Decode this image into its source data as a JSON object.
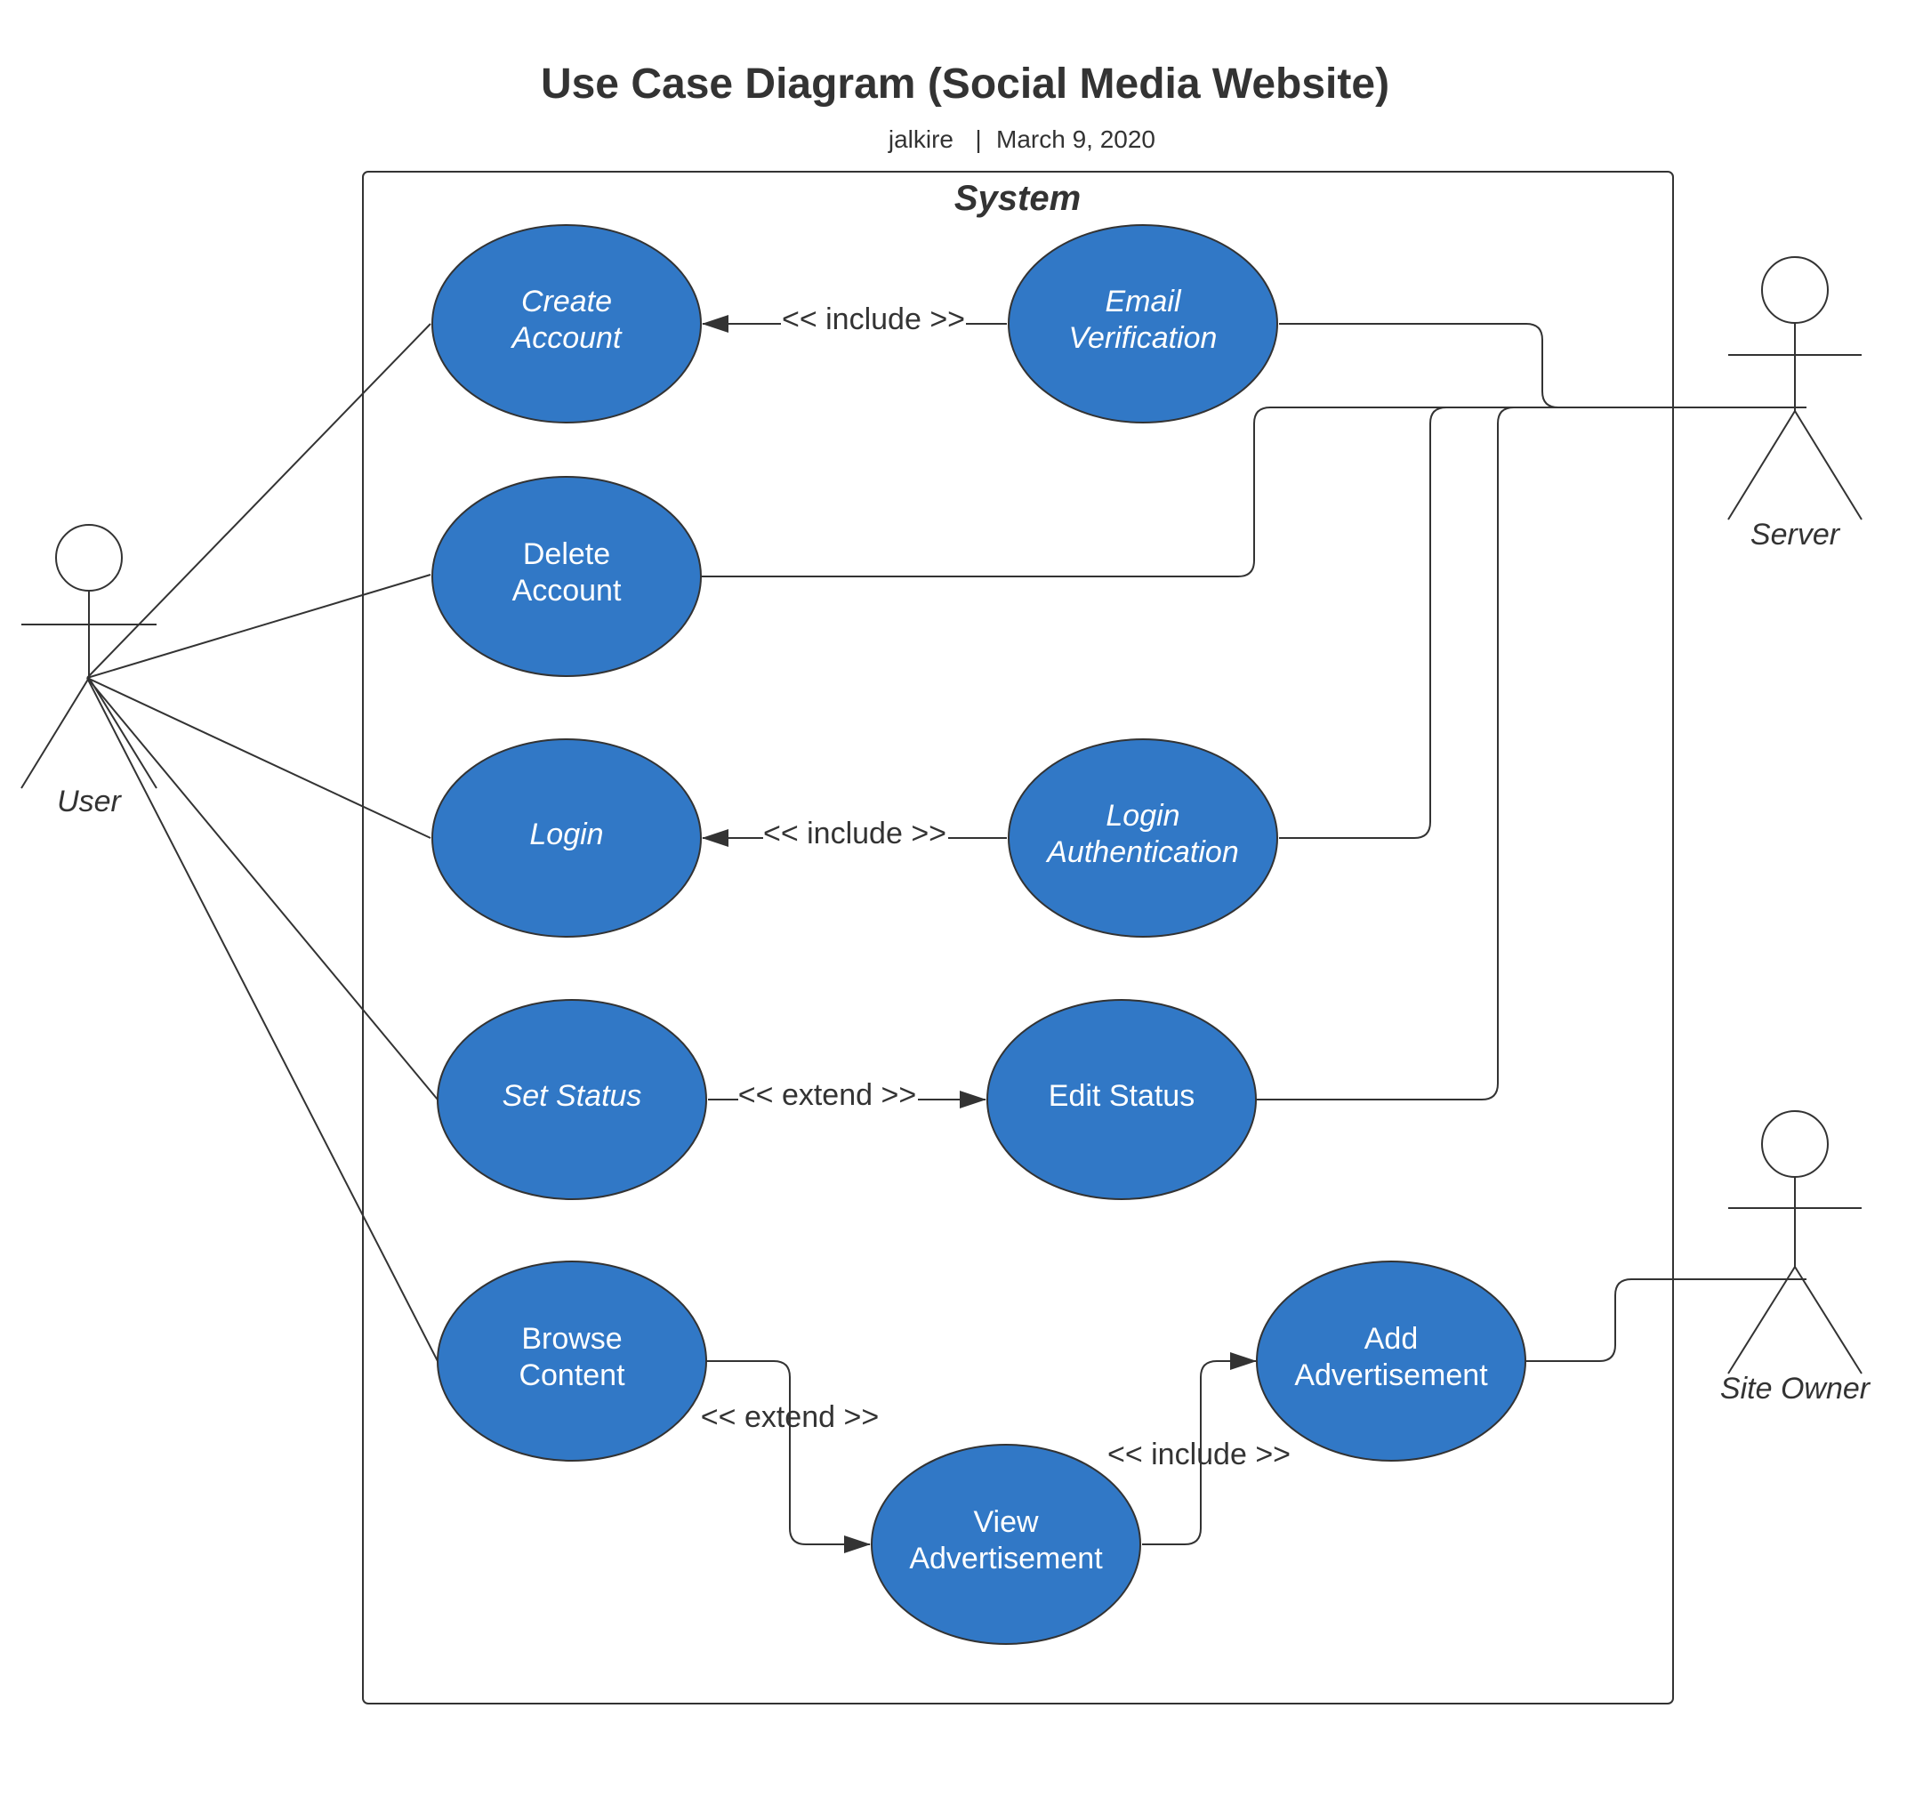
{
  "header": {
    "title": "Use Case Diagram (Social Media Website)",
    "author": "jalkire",
    "separator": "|",
    "date": "March 9, 2020"
  },
  "system": {
    "label": "System"
  },
  "colors": {
    "usecase_fill": "#3178C6",
    "stroke": "#333333",
    "usecase_text": "#ffffff"
  },
  "actors": {
    "user": {
      "label": "User"
    },
    "server": {
      "label": "Server"
    },
    "site_owner": {
      "label": "Site Owner"
    }
  },
  "usecases": {
    "create_account": {
      "lines": [
        "Create",
        "Account"
      ],
      "italic": true
    },
    "email_verification": {
      "lines": [
        "Email",
        "Verification"
      ],
      "italic": true
    },
    "delete_account": {
      "lines": [
        "Delete",
        "Account"
      ],
      "italic": false
    },
    "login": {
      "lines": [
        "Login"
      ],
      "italic": true
    },
    "login_authentication": {
      "lines": [
        "Login",
        "Authentication"
      ],
      "italic": true
    },
    "set_status": {
      "lines": [
        "Set Status"
      ],
      "italic": true
    },
    "edit_status": {
      "lines": [
        "Edit Status"
      ],
      "italic": false
    },
    "browse_content": {
      "lines": [
        "Browse",
        "Content"
      ],
      "italic": false
    },
    "view_advertisement": {
      "lines": [
        "View",
        "Advertisement"
      ],
      "italic": false
    },
    "add_advertisement": {
      "lines": [
        "Add",
        "Advertisement"
      ],
      "italic": false
    }
  },
  "relations": {
    "include_1": "<< include >>",
    "include_2": "<< include >>",
    "extend_1": "<< extend >>",
    "extend_2": "<< extend >>",
    "include_3": "<< include >>"
  }
}
